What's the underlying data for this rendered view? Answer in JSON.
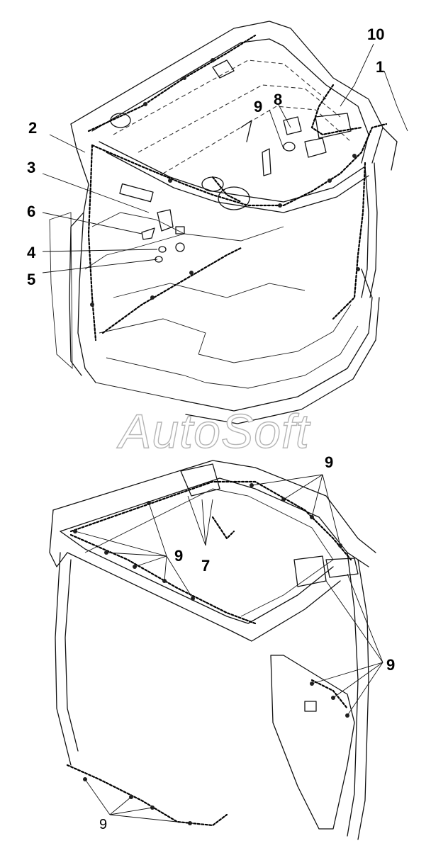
{
  "watermark": "AutoSoft",
  "callouts": {
    "c1": "1",
    "c2": "2",
    "c3": "3",
    "c4": "4",
    "c5": "5",
    "c6": "6",
    "c7": "7",
    "c8": "8",
    "c9a": "9",
    "c10": "10",
    "c9b": "9",
    "c9c": "9",
    "c9d": "9",
    "c9e": "9"
  }
}
